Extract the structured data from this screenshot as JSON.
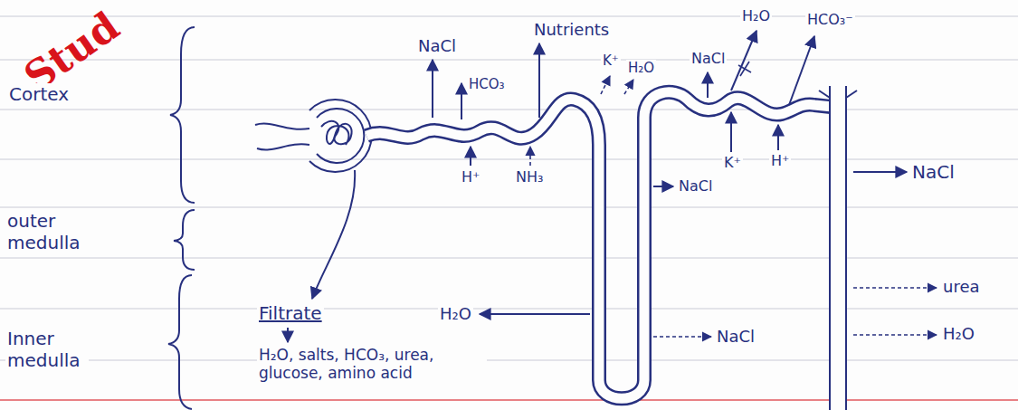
{
  "diagram": {
    "labels": [
      "Stud",
      "NaCl",
      "Nutrients",
      "H₂O",
      "HCO₃⁻",
      "Cortex",
      "HCO₃",
      "K⁺",
      "H₂O",
      "NaCl",
      "H⁺",
      "NH₃",
      "K⁺",
      "H⁺",
      "NaCl",
      "NaCl",
      "outer medulla",
      "Filtrate",
      "H₂O",
      "urea",
      "NaCl",
      "H₂O",
      "Inner medulla",
      "H₂O, salts, HCO₃, urea, glucose, amino acid"
    ]
  }
}
